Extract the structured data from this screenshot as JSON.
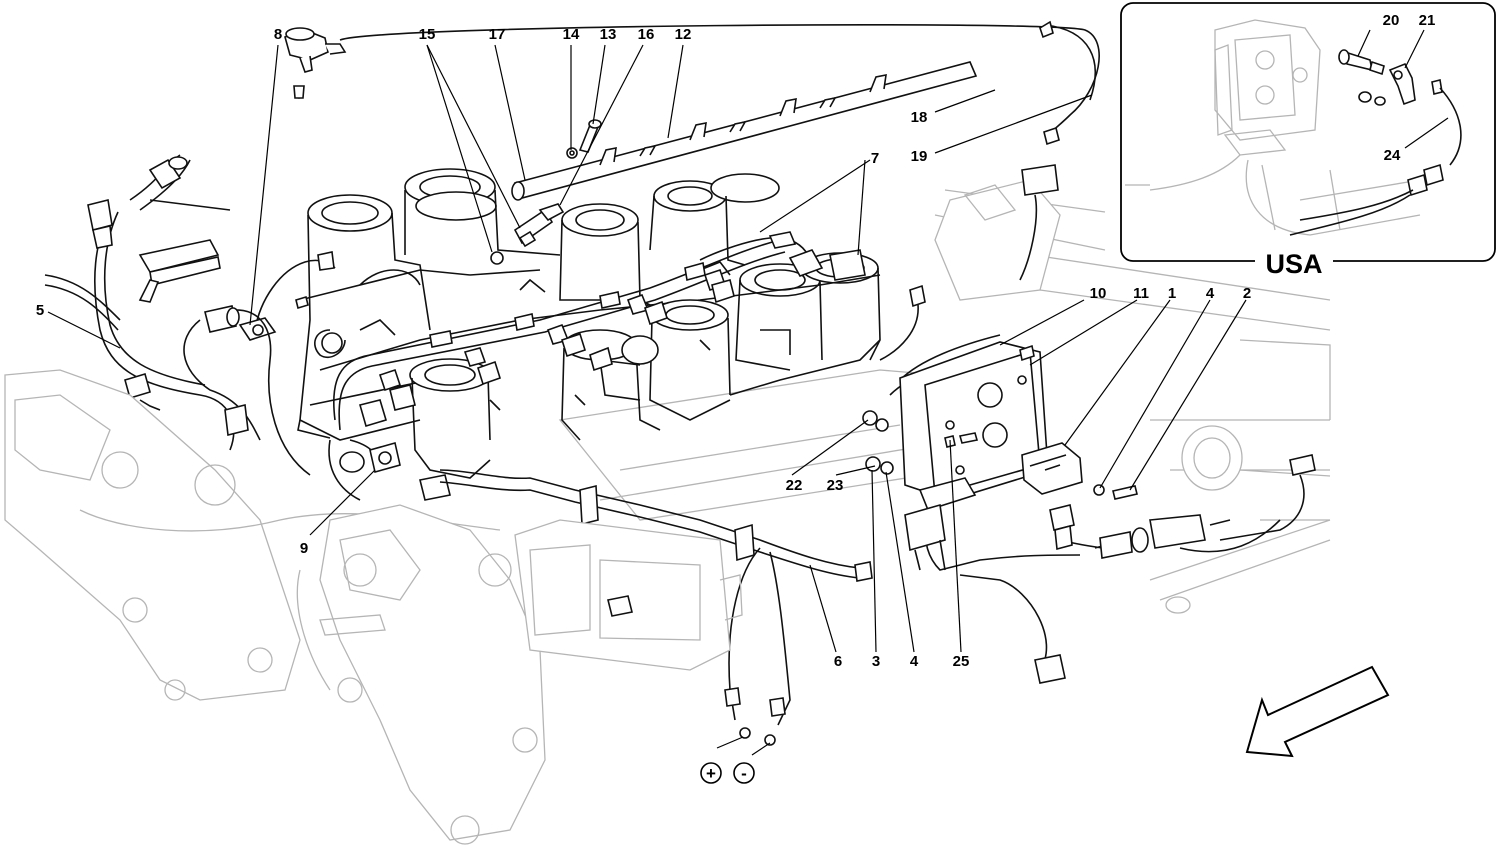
{
  "callouts": {
    "c1": "1",
    "c2": "2",
    "c3": "3",
    "c4a": "4",
    "c4b": "4",
    "c5": "5",
    "c6": "6",
    "c7": "7",
    "c8": "8",
    "c9": "9",
    "c10": "10",
    "c11": "11",
    "c12": "12",
    "c13": "13",
    "c14": "14",
    "c15": "15",
    "c16": "16",
    "c17": "17",
    "c18": "18",
    "c19": "19",
    "c20": "20",
    "c21": "21",
    "c22": "22",
    "c23": "23",
    "c24": "24",
    "c25": "25"
  },
  "inset": {
    "label": "USA"
  },
  "terminals": {
    "positive": "+",
    "negative": "-"
  },
  "icons": {
    "direction": "arrow-icon"
  },
  "colors": {
    "line": "#000000",
    "ghost": "#b5b5b5",
    "background": "#ffffff"
  }
}
